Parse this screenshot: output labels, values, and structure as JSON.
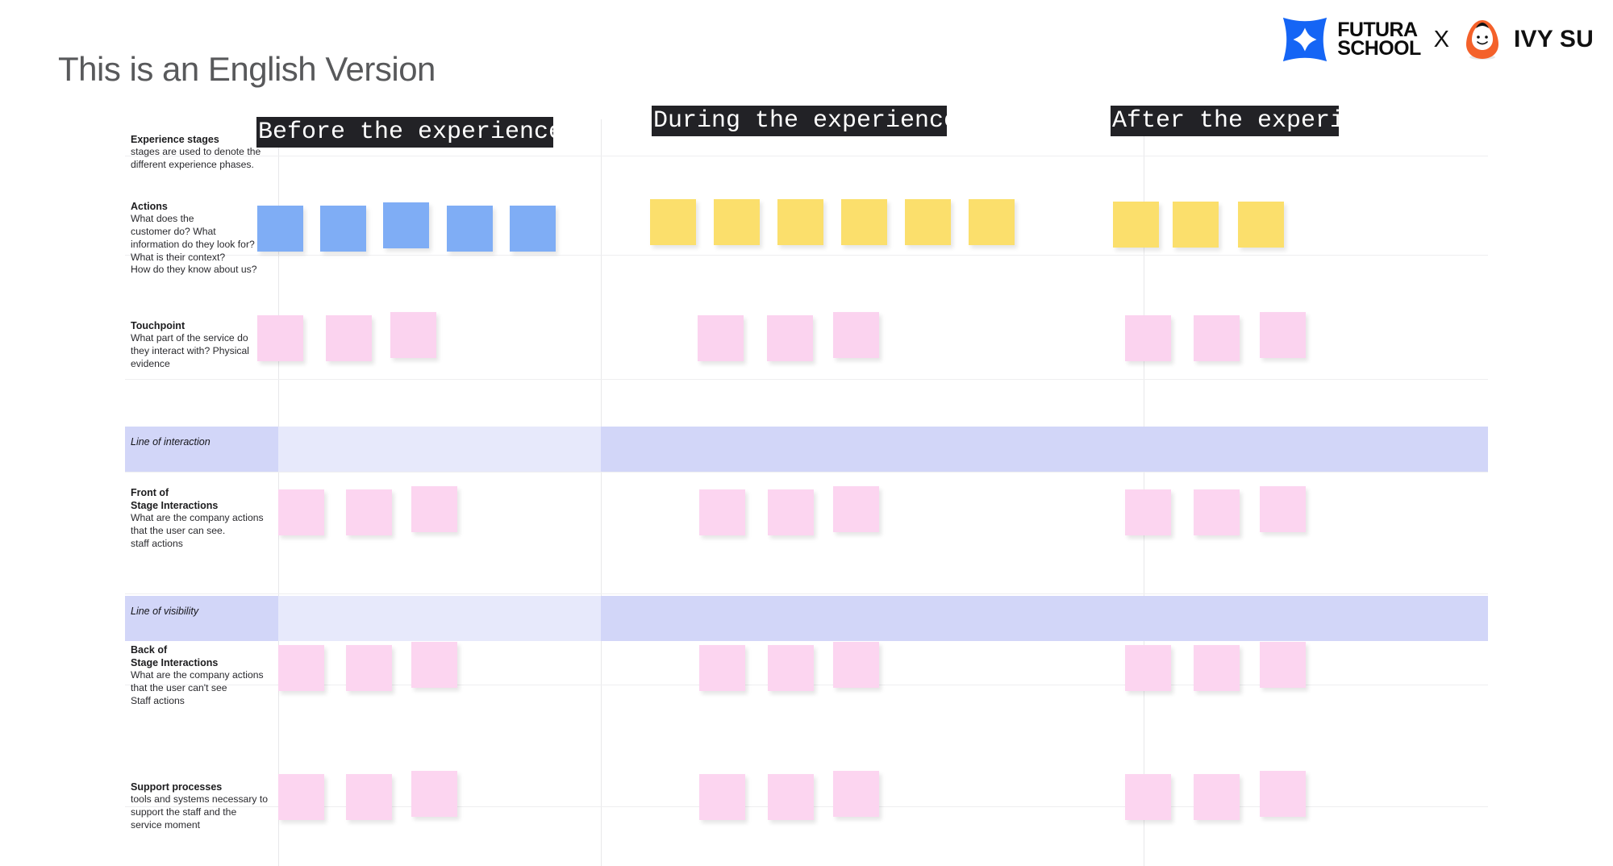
{
  "header": {
    "title": "This is an English Version",
    "brand": {
      "futura_line1": "FUTURA",
      "futura_line2": "SCHOOL",
      "separator": "X",
      "partner": "IVY SU",
      "star_color": "#1565f5",
      "mascot_color": "#f4612a"
    }
  },
  "board": {
    "stages": [
      {
        "label": "Before the experience"
      },
      {
        "label": "During the experience"
      },
      {
        "label": "After the experience"
      }
    ],
    "rows": [
      {
        "id": "experience-stages",
        "title": "Experience stages",
        "desc": "stages are used to denote the\ndifferent experience phases."
      },
      {
        "id": "actions",
        "title": "Actions",
        "desc": "What does the\ncustomer do? What\ninformation do they look for?\nWhat is their context?\nHow do they know about us?"
      },
      {
        "id": "touchpoint",
        "title": "Touchpoint",
        "desc": "What part of the service do\nthey interact with? Physical\nevidence"
      },
      {
        "id": "front-of-stage",
        "title": "Front of\nStage Interactions",
        "desc": "What are the company actions\nthat the user can see.\nstaff actions"
      },
      {
        "id": "back-of-stage",
        "title": "Back of\nStage Interactions",
        "desc": "What are the company actions\nthat the user can't see\nStaff actions"
      },
      {
        "id": "support-processes",
        "title": "Support processes",
        "desc": "tools and systems necessary to\nsupport the staff and the\nservice moment"
      }
    ],
    "bands": [
      {
        "id": "line-of-interaction",
        "label": "Line of interaction"
      },
      {
        "id": "line-of-visibility",
        "label": "Line of visibility"
      }
    ],
    "note_colors": {
      "actions_before": "#7fadf5",
      "actions_during": "#fbdf6c",
      "actions_after": "#fbdf6c",
      "touchpoint": "#fbd3ef",
      "stage": "#fcd5f0",
      "band": "#d2d6f8",
      "band_light": "#e7e9fb"
    },
    "note_counts": {
      "actions": {
        "before": 5,
        "during": 6,
        "after": 3
      },
      "touchpoint": {
        "before": 3,
        "during": 3,
        "after": 3
      },
      "front_of_stage": {
        "before": 3,
        "during": 3,
        "after": 3
      },
      "back_of_stage": {
        "before": 3,
        "during": 3,
        "after": 3
      },
      "support_processes": {
        "before": 3,
        "during": 3,
        "after": 3
      }
    }
  }
}
